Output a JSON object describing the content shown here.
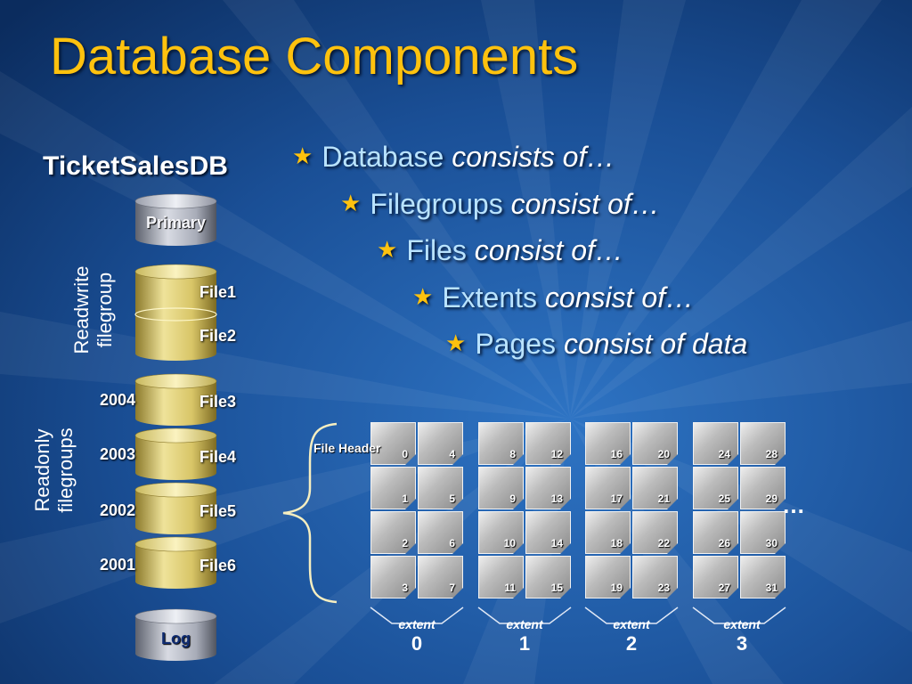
{
  "title": "Database Components",
  "database_name": "TicketSalesDB",
  "bullets": [
    {
      "term": "Database",
      "rest": "consists of…"
    },
    {
      "term": "Filegroups",
      "rest": "consist of…"
    },
    {
      "term": "Files",
      "rest": "consist of…"
    },
    {
      "term": "Extents",
      "rest": "consist of…"
    },
    {
      "term": "Pages",
      "rest": "consist of data"
    }
  ],
  "group_labels": {
    "readwrite": [
      "Readwrite",
      "filegroup"
    ],
    "readonly": [
      "Readonly",
      "filegroups"
    ]
  },
  "cylinders": {
    "primary": "Primary",
    "files": [
      "File1",
      "File2",
      "File3",
      "File4",
      "File5",
      "File6"
    ],
    "years": [
      "2004",
      "2003",
      "2002",
      "2001"
    ],
    "log": "Log"
  },
  "file_header_label": "File Header",
  "extents": [
    {
      "word": "extent",
      "number": "0",
      "pages": [
        "0",
        "1",
        "2",
        "3",
        "4",
        "5",
        "6",
        "7"
      ]
    },
    {
      "word": "extent",
      "number": "1",
      "pages": [
        "8",
        "9",
        "10",
        "11",
        "12",
        "13",
        "14",
        "15"
      ]
    },
    {
      "word": "extent",
      "number": "2",
      "pages": [
        "16",
        "17",
        "18",
        "19",
        "20",
        "21",
        "22",
        "23"
      ]
    },
    {
      "word": "extent",
      "number": "3",
      "pages": [
        "24",
        "25",
        "26",
        "27",
        "28",
        "29",
        "30",
        "31"
      ]
    }
  ],
  "ellipsis": "…",
  "colors": {
    "title": "#ffc20e",
    "bullet_star": "#ffc20e",
    "bullet_term": "#b9e3ff",
    "cylinder_gold": "#e2d27a",
    "cylinder_silver": "#b8bcc8"
  }
}
